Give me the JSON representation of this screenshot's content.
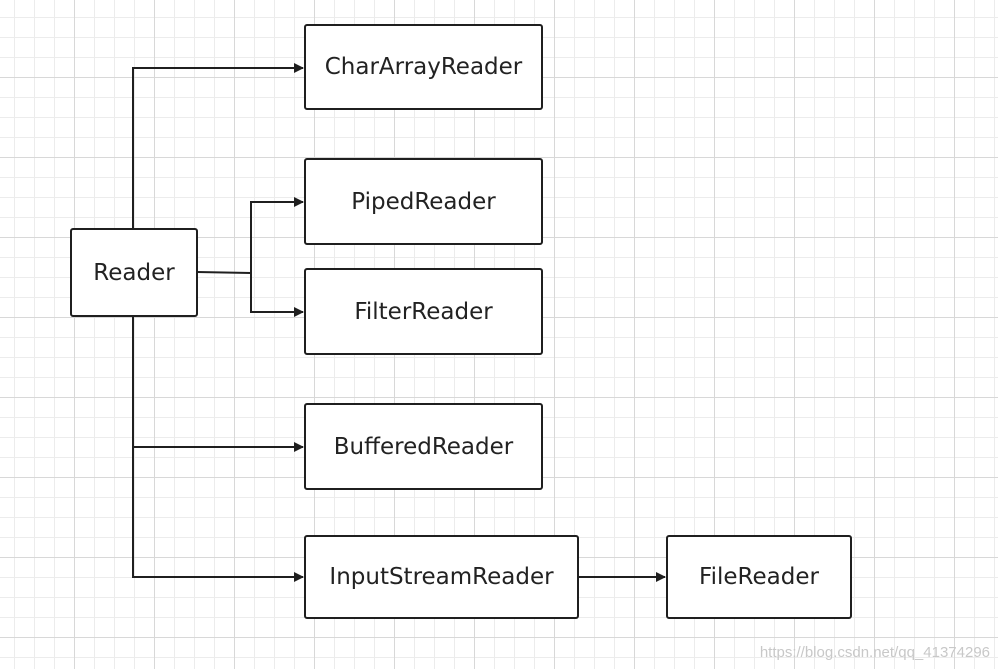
{
  "diagram": {
    "nodes": {
      "reader": "Reader",
      "char_array_reader": "CharArrayReader",
      "piped_reader": "PipedReader",
      "filter_reader": "FilterReader",
      "buffered_reader": "BufferedReader",
      "input_stream_reader": "InputStreamReader",
      "file_reader": "FileReader"
    },
    "edges": [
      {
        "from": "Reader",
        "to": "CharArrayReader"
      },
      {
        "from": "Reader",
        "to": "PipedReader"
      },
      {
        "from": "Reader",
        "to": "FilterReader"
      },
      {
        "from": "Reader",
        "to": "BufferedReader"
      },
      {
        "from": "Reader",
        "to": "InputStreamReader"
      },
      {
        "from": "InputStreamReader",
        "to": "FileReader"
      }
    ],
    "line_color": "#1f1f1f",
    "grid_color": "#d8d8d8"
  },
  "watermark": "https://blog.csdn.net/qq_41374296"
}
